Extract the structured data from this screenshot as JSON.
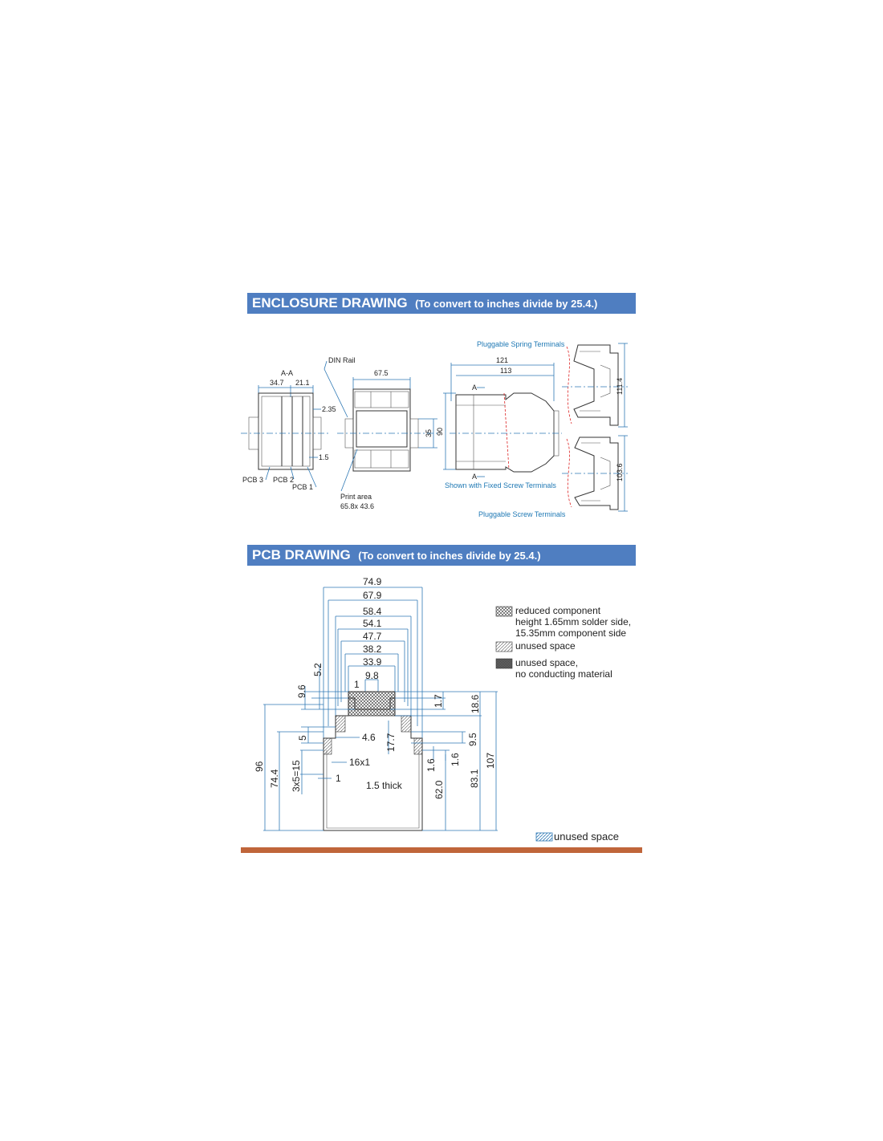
{
  "enclosure_section": {
    "title": "ENCLOSURE DRAWING",
    "note": "(To convert to inches divide by 25.4.)",
    "section_view": {
      "label": "A-A",
      "width_left": "34.7",
      "width_right": "21.1",
      "dim_top": "2.35",
      "dim_bottom": "1.5",
      "pcb_labels": [
        "PCB 3",
        "PCB 2",
        "PCB 1"
      ]
    },
    "front_view": {
      "din_rail_label": "DIN Rail",
      "width": "67.5",
      "rail_height": "35",
      "print_area_label": "Print area",
      "print_area_size": "65.8x 43.6"
    },
    "side_view": {
      "spring_label": "Pluggable Spring Terminals",
      "length_total": "121",
      "length_body": "113",
      "height": "90",
      "section_marker": "A",
      "fixed_label": "Shown with Fixed Screw Terminals",
      "screw_label": "Pluggable Screw Terminals",
      "spring_height": "111.4",
      "screw_height": "103.6"
    }
  },
  "pcb_section": {
    "title": "PCB DRAWING",
    "note": "(To convert to inches divide by 25.4.)",
    "widths": [
      "74.9",
      "67.9",
      "58.4",
      "54.1",
      "47.7",
      "38.2",
      "33.9",
      "9.8"
    ],
    "left_dims": [
      "5.2",
      "9.6",
      "5",
      "4.6",
      "16x1",
      "96",
      "74.4",
      "3x5=15",
      "1"
    ],
    "right_dims": [
      "1.7",
      "18.6",
      "17.7",
      "9.5",
      "1.6",
      "1.6",
      "62.0",
      "83.1",
      "107"
    ],
    "small_dim": "1",
    "thickness_label": "1.5 thick",
    "legend": [
      {
        "pattern": "crosshatch",
        "lines": [
          "reduced component",
          "height 1.65mm solder side,",
          "15.35mm component side"
        ]
      },
      {
        "pattern": "hatch",
        "lines": [
          "unused space"
        ]
      },
      {
        "pattern": "dense",
        "lines": [
          "unused space,",
          "no conducting material"
        ]
      }
    ],
    "bottom_legend": "unused space"
  },
  "colors": {
    "banner": "#4f7ec1",
    "dimension_lines": "#2f79b5",
    "bottom_rule": "#c0653a"
  }
}
